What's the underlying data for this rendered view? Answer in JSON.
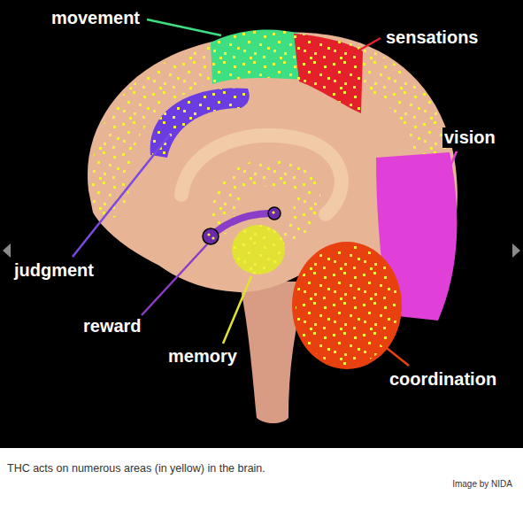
{
  "diagram": {
    "caption": "THC acts on numerous areas (in yellow) in the brain.",
    "labels": [
      "movement",
      "sensations",
      "vision",
      "judgment",
      "reward",
      "memory",
      "coordination",
      "Image by NIDA"
    ]
  }
}
